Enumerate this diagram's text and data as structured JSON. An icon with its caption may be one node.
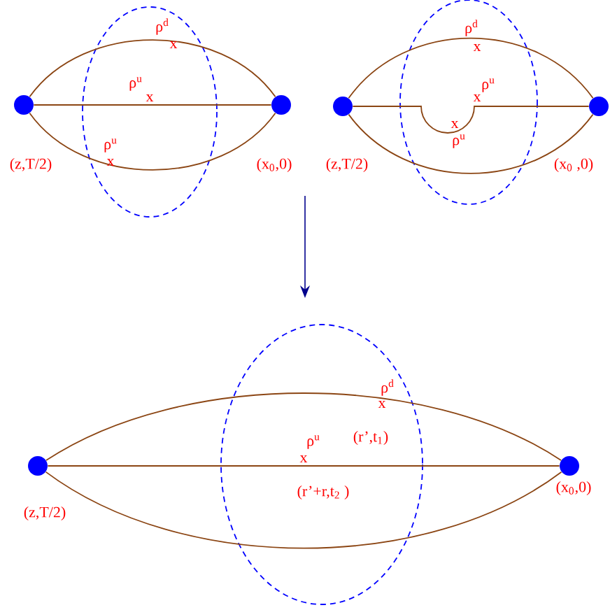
{
  "diagram": {
    "nodes": [
      {
        "text": [],
        "shape": "circle",
        "beside": [
          "(z,T/2)"
        ]
      },
      {
        "text": [],
        "shape": "circle",
        "beside": [
          "(x$_{0}$,0)"
        ]
      },
      {
        "text": [],
        "shape": "circle",
        "beside": [
          "(z,T/2)"
        ]
      },
      {
        "text": [],
        "shape": "circle",
        "beside": [
          "(x$_{0}$ ,0)"
        ]
      },
      {
        "text": [],
        "shape": "circle",
        "beside": [
          "(z,T/2)"
        ]
      },
      {
        "text": [],
        "shape": "circle",
        "beside": [
          "(x$_{0}$,0)"
        ]
      }
    ],
    "edges": [
      {
        "from": 0,
        "to": 1,
        "arrow": "none"
      },
      {
        "from": 0,
        "to": 1,
        "arrow": "none"
      },
      {
        "from": 0,
        "to": 1,
        "arrow": "none"
      },
      {
        "from": 2,
        "to": 3,
        "arrow": "none"
      },
      {
        "from": 2,
        "to": 3,
        "arrow": "none"
      },
      {
        "from": 2,
        "to": 3,
        "arrow": "none"
      },
      {
        "from": 4,
        "to": 5,
        "arrow": "none"
      },
      {
        "from": 4,
        "to": 5,
        "arrow": "none"
      },
      {
        "from": 4,
        "to": 5,
        "arrow": "none"
      }
    ],
    "labels": [
      "ρ$^{d}$",
      "x",
      "ρ$^{u}$",
      "x",
      "ρ$^{u}$",
      "x",
      "ρ$^{d}$",
      "x",
      "ρ$^{u}$",
      "x",
      "x",
      "ρ$^{u}$",
      "ρ$^{d}$",
      "x",
      "(r’,t$_{1}$)",
      "ρ$^{u}$",
      "x",
      "(r’+r,t$_{2}$ )"
    ]
  }
}
